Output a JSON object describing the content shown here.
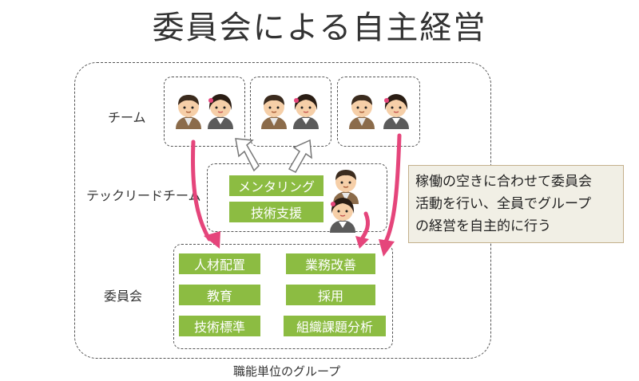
{
  "title": "委員会による自主経営",
  "labels": {
    "team": "チーム",
    "techlead": "テックリードチーム",
    "committee": "委員会",
    "footer": "職能単位のグループ"
  },
  "techlead_items": [
    "メンタリング",
    "技術支援"
  ],
  "committee_items": [
    "人材配置",
    "業務改善",
    "教育",
    "採用",
    "技術標準",
    "組織課題分析"
  ],
  "note_lines": [
    "稼働の空きに合わせて委員会",
    "活動を行い、全員でグループ",
    "の経営を自主的に行う"
  ],
  "colors": {
    "green": "#8cbc42",
    "arrow_pink": "#e5457b",
    "note_bg": "#f1efe5"
  }
}
